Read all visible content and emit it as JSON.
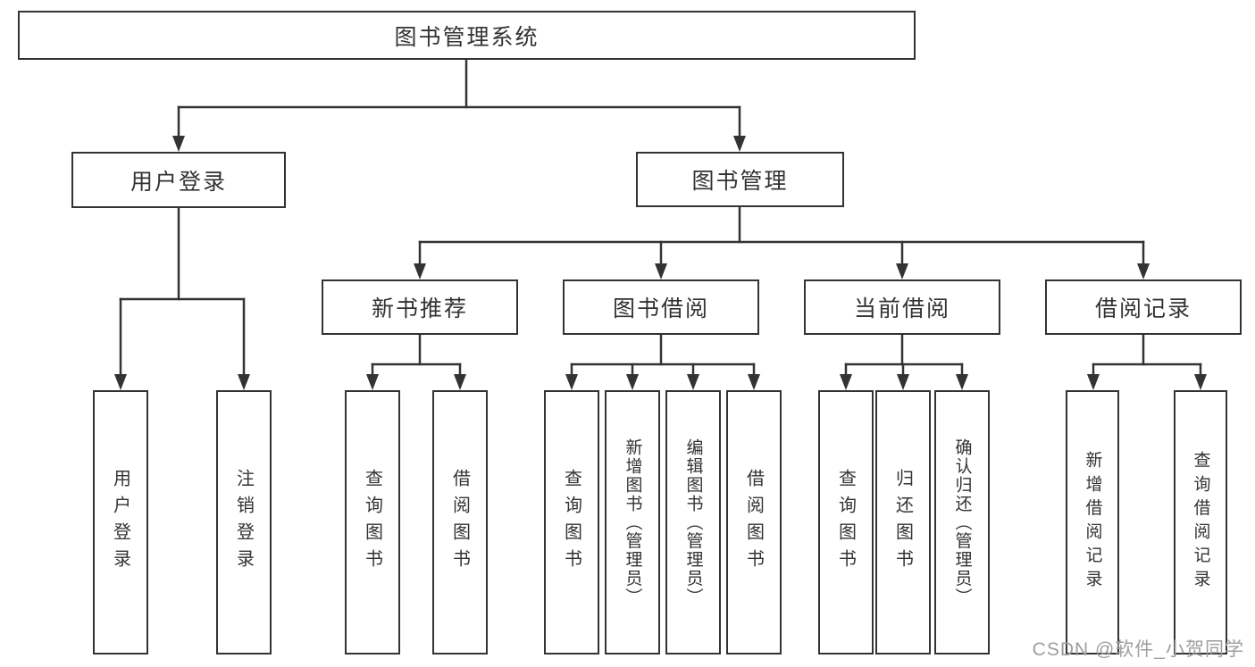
{
  "diagram": {
    "root": "图书管理系统",
    "user_login": "用户登录",
    "book_management": "图书管理",
    "new_book_recommend": "新书推荐",
    "book_borrow": "图书借阅",
    "current_borrow": "当前借阅",
    "borrow_records": "借阅记录",
    "leaves": {
      "user_login": [
        "用户登录",
        "注销登录"
      ],
      "new_book_recommend": [
        "查询图书",
        "借阅图书"
      ],
      "book_borrow": [
        "查询图书",
        "新增图书（管理员）",
        "编辑图书（管理员）",
        "借阅图书"
      ],
      "current_borrow": [
        "查询图书",
        "归还图书",
        "确认归还（管理员）"
      ],
      "borrow_records": [
        "新增借阅记录",
        "查询借阅记录"
      ]
    }
  },
  "watermark": "CSDN @软件_小贺同学",
  "colors": {
    "line": "#333333",
    "text": "#333333",
    "box_background": "#ffffff",
    "watermark": "#9e9e9e",
    "background": "#ffffff"
  }
}
